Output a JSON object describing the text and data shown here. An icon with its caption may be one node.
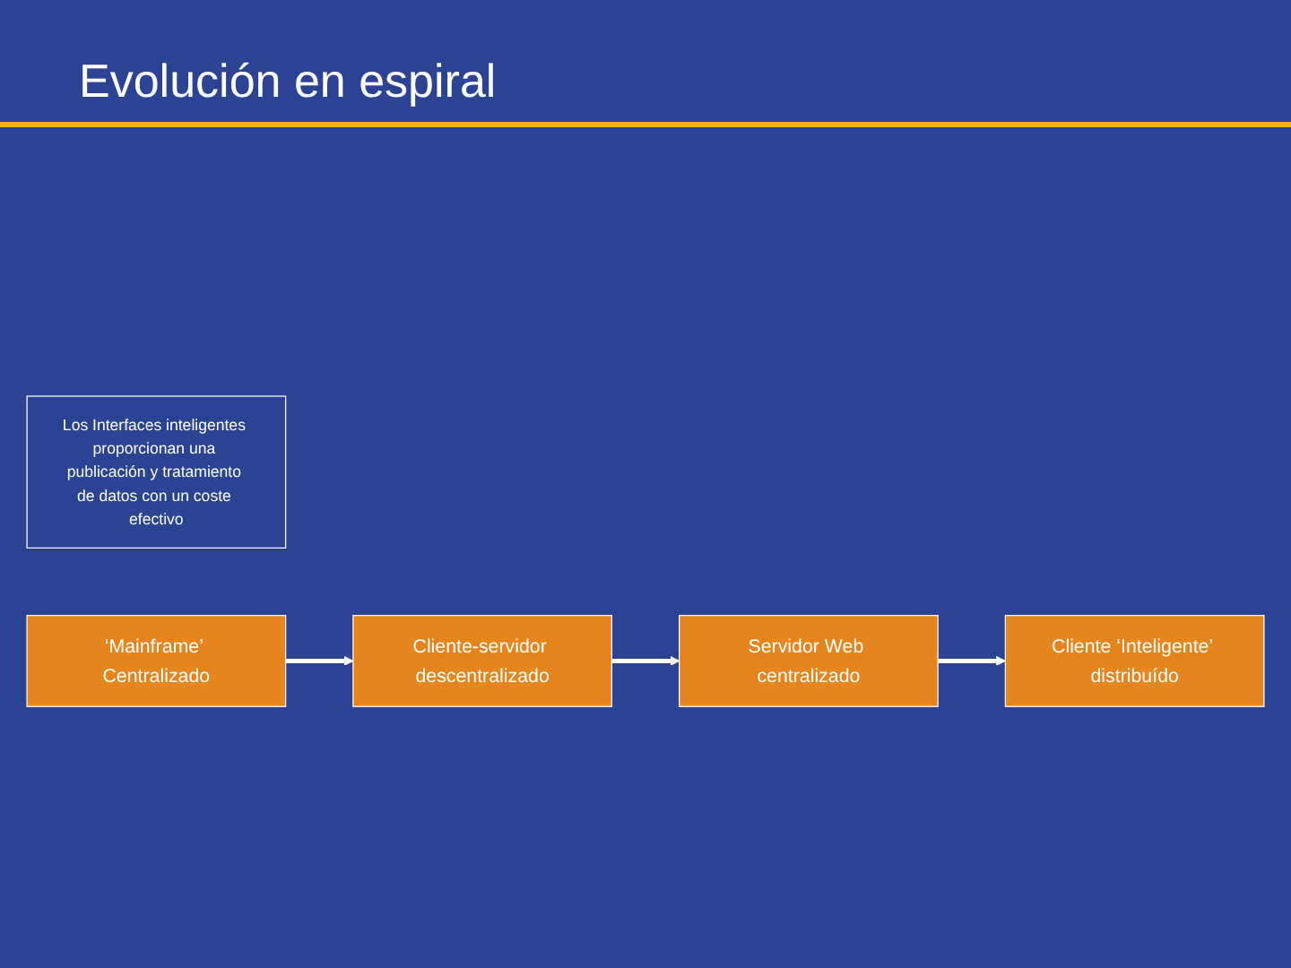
{
  "diagram": {
    "title": "Evolución en espiral",
    "nodes": [
      {
        "text": [
          "Los Interfaces inteligentes proporcionan una publicación y tratamiento de datos con un coste efectivo"
        ]
      },
      {
        "text": [
          "Servidor Web centralizado"
        ]
      },
      {
        "text": [
          "‘Mainframe’ Centralizado"
        ]
      },
      {
        "text": [
          "Cliente-servidor descentralizado"
        ]
      },
      {
        "text": [
          "Cliente ‘Inteligente’ distribuído"
        ]
      }
    ],
    "edges": [
      {
        "from": 1,
        "to": 4,
        "arrow": "to"
      },
      {
        "from": 2,
        "to": 3,
        "arrow": "to"
      },
      {
        "from": 3,
        "to": 1,
        "arrow": "to"
      }
    ]
  }
}
